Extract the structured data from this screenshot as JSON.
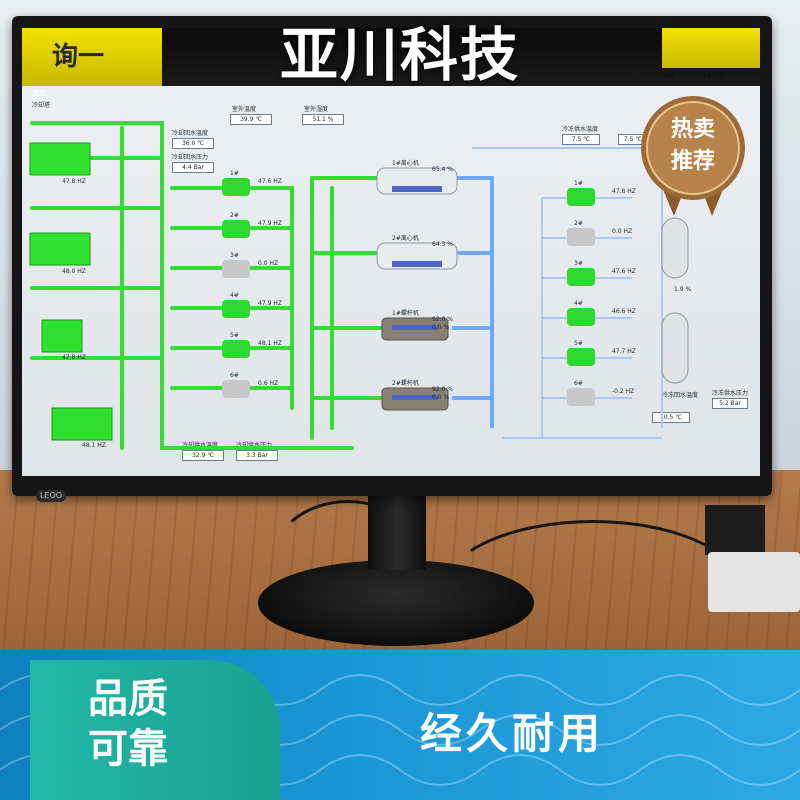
{
  "overlay": {
    "title": "亚川科技",
    "title_tab": "询一",
    "hot_badge_line1": "热卖",
    "hot_badge_line2": "推荐",
    "banner_left_line1": "品质",
    "banner_left_line2": "可靠",
    "banner_right": "经久耐用"
  },
  "hmi": {
    "exit_label": "退出",
    "cooling_tower_label": "冷却塔",
    "clock": "26:21",
    "date_fragment": "-06",
    "top_readouts": [
      {
        "label": "室外温度",
        "value": "39.9 ℃"
      },
      {
        "label": "室外湿度",
        "value": "51.1 %"
      }
    ],
    "cooling_return": {
      "label": "冷却回水温度",
      "value": "36.0 ℃"
    },
    "cooling_pressure": {
      "label": "冷却回水压力",
      "value": "4.4 Bar"
    },
    "cooling_supply_temp": {
      "label": "冷却供水温度",
      "value": "32.9 ℃"
    },
    "cooling_supply_pressure": {
      "label": "冷却供水压力",
      "value": "3.3 Bar"
    },
    "chilled_supply_temp": {
      "label": "冷冻供水温度",
      "value": "7.5 ℃"
    },
    "chilled_return_temp": {
      "label": "冷冻回水温度",
      "value": "10.5 ℃"
    },
    "chilled_pressure": {
      "label": "冷冻供水压力",
      "value": "5.2 Bar"
    },
    "right_top_value": "7.5 ℃",
    "tower_hz": [
      "47.8 HZ",
      "48.0 HZ",
      "47.8 HZ",
      "48.1 HZ"
    ],
    "cooling_pumps": [
      {
        "name": "1#",
        "hz": "47.6 HZ"
      },
      {
        "name": "2#",
        "hz": "47.9 HZ"
      },
      {
        "name": "3#",
        "hz": "0.0 HZ"
      },
      {
        "name": "4#",
        "hz": "47.9 HZ"
      },
      {
        "name": "5#",
        "hz": "48.1 HZ"
      },
      {
        "name": "6#",
        "hz": "0.6 HZ"
      }
    ],
    "chillers": [
      {
        "name": "1#离心机",
        "load": "65.4 %"
      },
      {
        "name": "2#离心机",
        "load": "64.3 %"
      },
      {
        "name": "1#螺杆机",
        "load": "92.0 %",
        "load2": "0.0 %"
      },
      {
        "name": "2#螺杆机",
        "load": "92.0 %",
        "load2": "0.0 %"
      }
    ],
    "chilled_pumps": [
      {
        "name": "1#",
        "hz": "47.8 HZ"
      },
      {
        "name": "2#",
        "hz": "0.0 HZ"
      },
      {
        "name": "3#",
        "hz": "47.6 HZ"
      },
      {
        "name": "4#",
        "hz": "46.6 HZ"
      },
      {
        "name": "5#",
        "hz": "47.7 HZ"
      },
      {
        "name": "6#",
        "hz": "-0.2 HZ"
      }
    ],
    "tank_pct": "1.9 %",
    "monitor_brand": "LEOO"
  },
  "colors": {
    "pipe_green": "#33dd33",
    "pipe_blue": "#6fa8ff",
    "banner_blue": "#1b97d5",
    "banner_teal": "#1aa08f",
    "hmi_yellow": "#f3e100"
  },
  "icons": {
    "hot_badge": "award-badge-icon",
    "pump": "pump-icon",
    "chiller": "chiller-icon",
    "tank": "tank-icon",
    "cooling_tower": "cooling-tower-icon"
  }
}
